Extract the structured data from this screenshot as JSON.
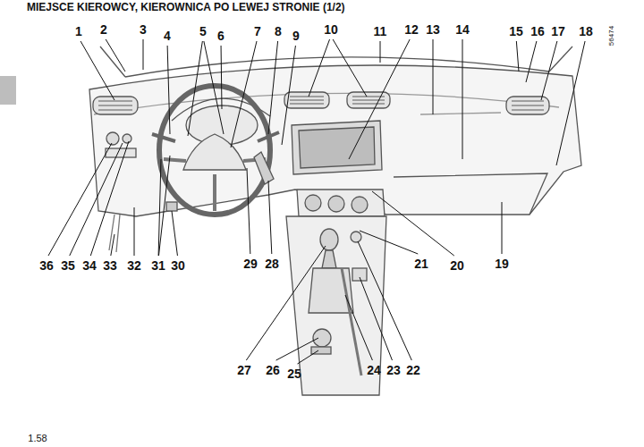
{
  "diagram": {
    "title": "MIEJSCE KIEROWCY, KIEROWNICA PO LEWEJ STRONIE (1/2)",
    "labels": [
      "1",
      "2",
      "3",
      "4",
      "5",
      "6",
      "7",
      "8",
      "9",
      "10",
      "11",
      "12",
      "13",
      "14",
      "15",
      "16",
      "17",
      "18",
      "19",
      "20",
      "21",
      "22",
      "23",
      "24",
      "25",
      "26",
      "27",
      "28",
      "29",
      "30",
      "31",
      "32",
      "33",
      "34",
      "35",
      "36",
      "56474",
      "1.58"
    ]
  }
}
